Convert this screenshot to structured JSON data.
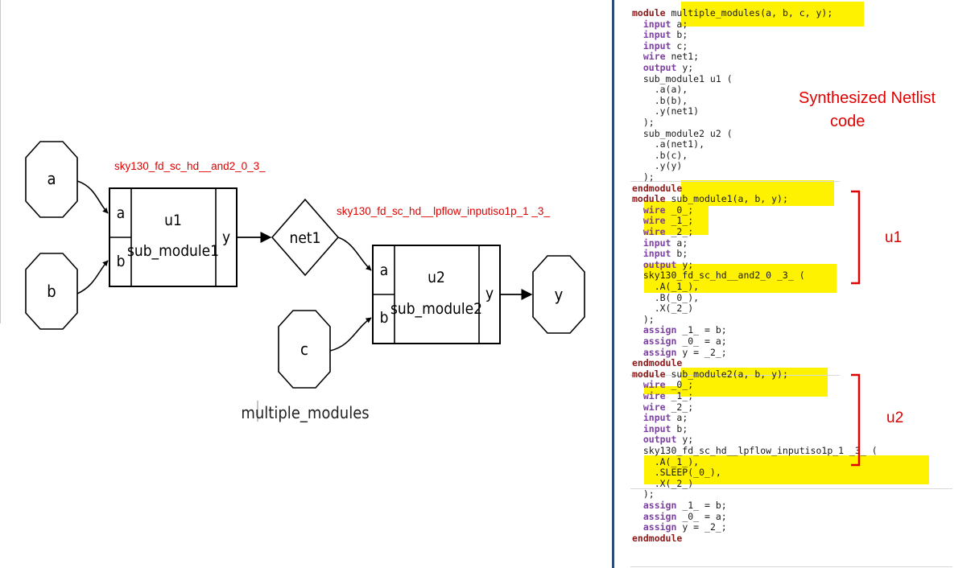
{
  "diagram": {
    "ports": {
      "a": "a",
      "b": "b",
      "c": "c",
      "y": "y"
    },
    "net": "net1",
    "u1": {
      "instance": "u1",
      "module": "sub_module1",
      "pin_a": "a",
      "pin_b": "b",
      "pin_y": "y"
    },
    "u2": {
      "instance": "u2",
      "module": "sub_module2",
      "pin_a": "a",
      "pin_b": "b",
      "pin_y": "y"
    },
    "cell_label_u1": "sky130_fd_sc_hd__and2_0_3_",
    "cell_label_u2": "sky130_fd_sc_hd__lpflow_inputiso1p_1 _3_",
    "top_module": "multiple_modules"
  },
  "annotations": {
    "netlist_title_line1": "Synthesized Netlist",
    "netlist_title_line2": "code",
    "u1_label": "u1",
    "u2_label": "u2"
  },
  "code": [
    "module multiple_modules(a, b, c, y);",
    "  input a;",
    "  input b;",
    "  input c;",
    "  wire net1;",
    "  output y;",
    "  sub_module1 u1 (",
    "    .a(a),",
    "    .b(b),",
    "    .y(net1)",
    "  );",
    "  sub_module2 u2 (",
    "    .a(net1),",
    "    .b(c),",
    "    .y(y)",
    "  );",
    "endmodule",
    "module sub_module1(a, b, y);",
    "  wire _0_;",
    "  wire _1_;",
    "  wire _2_;",
    "  input a;",
    "  input b;",
    "  output y;",
    "  sky130_fd_sc_hd__and2_0 _3_ (",
    "    .A(_1_),",
    "    .B(_0_),",
    "    .X(_2_)",
    "  );",
    "  assign _1_ = b;",
    "  assign _0_ = a;",
    "  assign y = _2_;",
    "endmodule",
    "module sub_module2(a, b, y);",
    "  wire _0_;",
    "  wire _1_;",
    "  wire _2_;",
    "  input a;",
    "  input b;",
    "  output y;",
    "  sky130_fd_sc_hd__lpflow_inputiso1p_1 _3_ (",
    "    .A(_1_),",
    "    .SLEEP(_0_),",
    "    .X(_2_)",
    "  );",
    "  assign _1_ = b;",
    "  assign _0_ = a;",
    "  assign y = _2_;",
    "endmodule"
  ],
  "colors": {
    "annotation_red": "#e00000",
    "highlight_yellow": "#fff200",
    "keyword": "#8b1a1a",
    "keyword_secondary": "#7b3fa0",
    "divider": "#2e4b7a"
  }
}
